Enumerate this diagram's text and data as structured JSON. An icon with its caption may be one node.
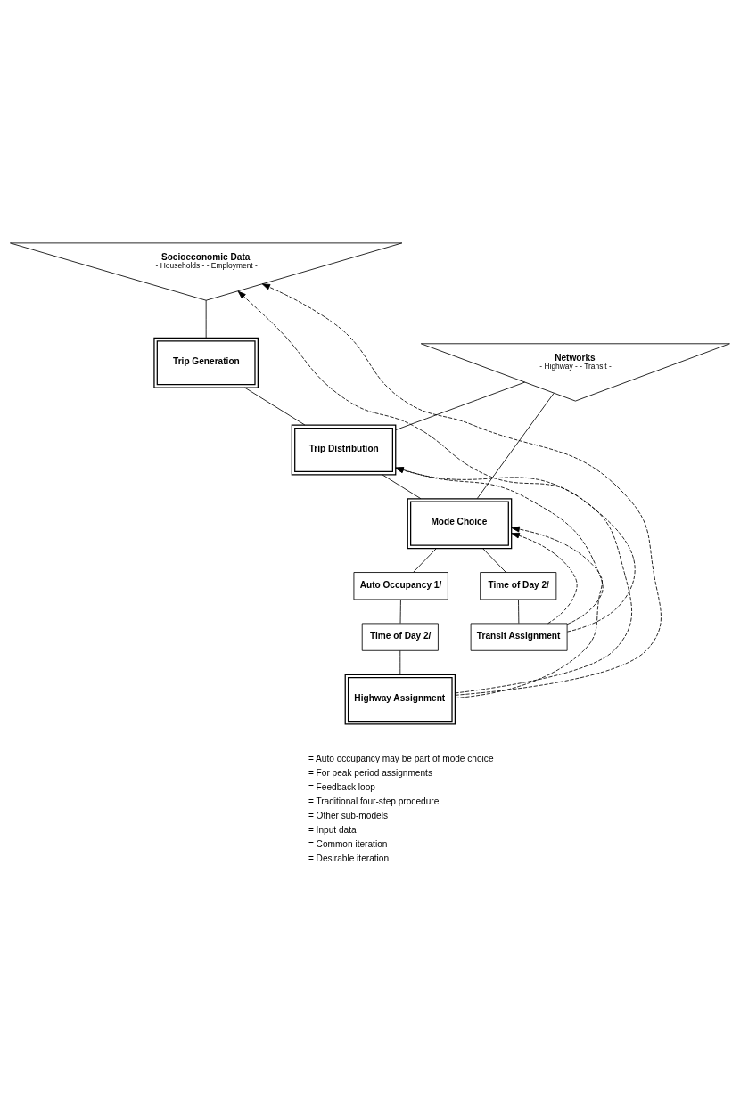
{
  "diagram": {
    "nodes": [
      {
        "text": [
          "Socioeconomic Data",
          "- Households - - Employment -"
        ]
      },
      {
        "text": [
          "Networks",
          "- Highway - - Transit -"
        ]
      },
      {
        "text": [
          "Trip Generation"
        ]
      },
      {
        "text": [
          "Trip Distribution"
        ]
      },
      {
        "text": [
          "Mode Choice"
        ]
      },
      {
        "text": [
          "Auto Occupancy 1/"
        ]
      },
      {
        "text": [
          "Time of Day 2/"
        ]
      },
      {
        "text": [
          "Time of Day 2/"
        ]
      },
      {
        "text": [
          "Transit Assignment"
        ]
      },
      {
        "text": [
          "Highway Assignment"
        ]
      }
    ],
    "edges": [
      {
        "from": 0,
        "to": 2,
        "arrow": "none"
      },
      {
        "from": 2,
        "to": 3,
        "arrow": "none"
      },
      {
        "from": 3,
        "to": 4,
        "arrow": "none"
      },
      {
        "from": 1,
        "to": 3,
        "arrow": "none"
      },
      {
        "from": 1,
        "to": 4,
        "arrow": "none"
      },
      {
        "from": 4,
        "to": 5,
        "arrow": "none"
      },
      {
        "from": 4,
        "to": 6,
        "arrow": "none"
      },
      {
        "from": 5,
        "to": 7,
        "arrow": "none"
      },
      {
        "from": 7,
        "to": 9,
        "arrow": "none"
      },
      {
        "from": 6,
        "to": 8,
        "arrow": "none"
      },
      {
        "from": 9,
        "to": 0,
        "arrow": "to",
        "style": "dashed"
      },
      {
        "from": 9,
        "to": 3,
        "arrow": "to",
        "style": "dashed"
      },
      {
        "from": 9,
        "to": 4,
        "arrow": "to",
        "style": "dashed"
      },
      {
        "from": 8,
        "to": 0,
        "arrow": "to",
        "style": "dashed"
      },
      {
        "from": 8,
        "to": 3,
        "arrow": "to",
        "style": "dashed"
      },
      {
        "from": 8,
        "to": 4,
        "arrow": "to",
        "style": "dashed"
      }
    ],
    "legend": [
      {
        "text": "= Auto occupancy may be part of mode choice"
      },
      {
        "text": "= For peak period assignments"
      },
      {
        "text": "= Feedback loop"
      },
      {
        "text": "= Traditional four-step procedure"
      },
      {
        "text": "= Other sub-models"
      },
      {
        "text": "= Input data"
      },
      {
        "text": "= Common iteration"
      },
      {
        "text": "= Desirable iteration"
      }
    ]
  }
}
